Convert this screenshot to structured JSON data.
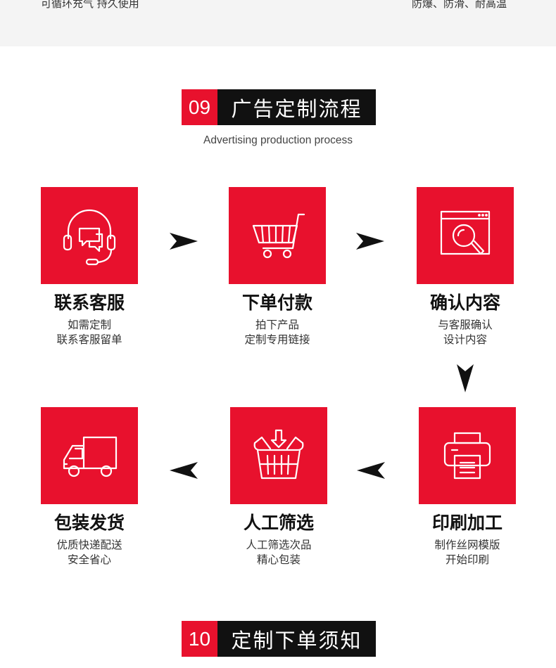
{
  "top_band": {
    "left_text": "可循环充气  持久使用",
    "right_text": "防爆、防滑、耐高温"
  },
  "section_09": {
    "number": "09",
    "title": "广告定制流程",
    "subtitle": "Advertising production process"
  },
  "steps": [
    {
      "name": "联系客服",
      "desc1": "如需定制",
      "desc2": "联系客服留单",
      "icon": "headset-chat-icon"
    },
    {
      "name": "下单付款",
      "desc1": "拍下产品",
      "desc2": "定制专用链接",
      "icon": "shopping-cart-icon"
    },
    {
      "name": "确认内容",
      "desc1": "与客服确认",
      "desc2": "设计内容",
      "icon": "browser-search-icon"
    },
    {
      "name": "印刷加工",
      "desc1": "制作丝网模版",
      "desc2": "开始印刷",
      "icon": "printer-icon"
    },
    {
      "name": "人工筛选",
      "desc1": "人工筛选次品",
      "desc2": "精心包装",
      "icon": "basket-icon"
    },
    {
      "name": "包装发货",
      "desc1": "优质快递配送",
      "desc2": "安全省心",
      "icon": "delivery-truck-icon"
    }
  ],
  "section_10": {
    "number": "10",
    "title": "定制下单须知"
  },
  "colors": {
    "accent": "#e8112d",
    "dark": "#111111"
  }
}
